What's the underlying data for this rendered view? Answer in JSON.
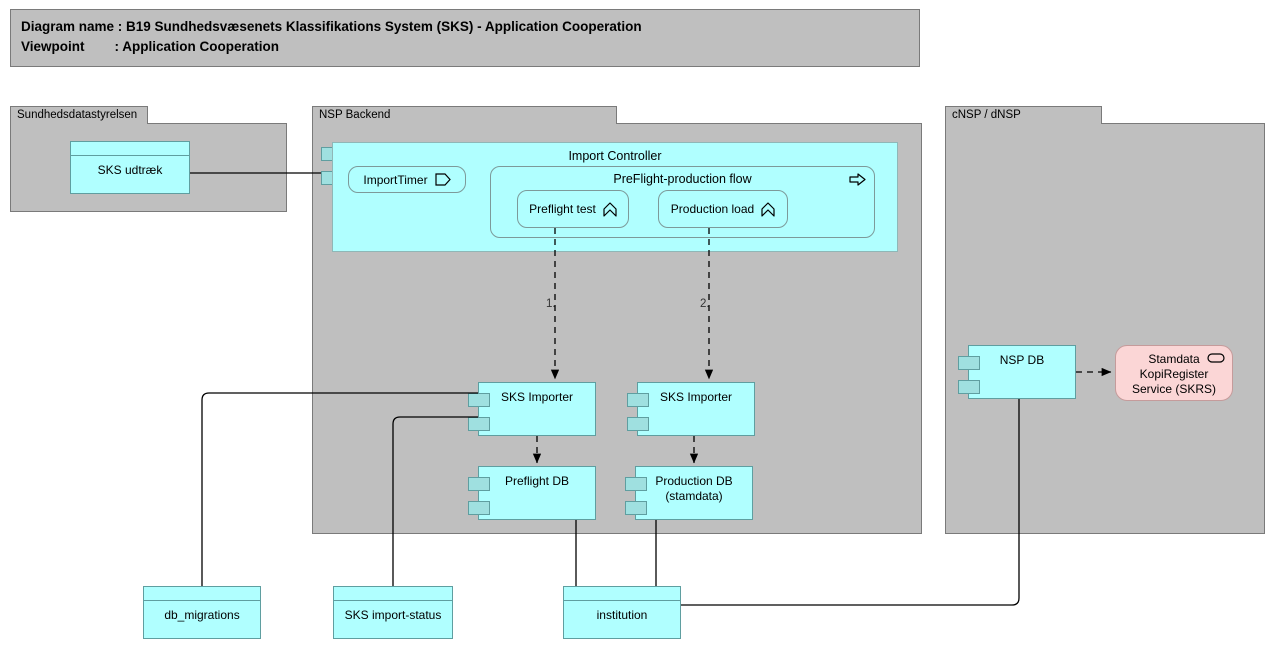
{
  "header": {
    "diagram_name_key": "Diagram name",
    "diagram_name_sep": ": ",
    "diagram_name_value": "B19 Sundhedsvæsenets Klassifikations System (SKS) - Application Cooperation",
    "viewpoint_key": "Viewpoint",
    "viewpoint_sep": ": ",
    "viewpoint_value": "Application Cooperation",
    "line1": "Diagram name : B19 Sundhedsvæsenets Klassifikations System (SKS) - Application Cooperation",
    "line2": "Viewpoint        : Application Cooperation"
  },
  "groups": {
    "sundhedsdatastyrelsen": {
      "label": "Sundhedsdatastyrelsen"
    },
    "nsp_backend": {
      "label": "NSP Backend"
    },
    "cnsp_dnsp": {
      "label": "cNSP / dNSP"
    }
  },
  "nodes": {
    "sks_udtraek": {
      "label": "SKS udtræk",
      "type": "data-object"
    },
    "import_controller": {
      "label": "Import Controller",
      "type": "application-component"
    },
    "import_timer": {
      "label": "ImportTimer",
      "type": "application-event",
      "icon": "application-event-icon"
    },
    "preflight_production_flow": {
      "label": "PreFlight-production flow",
      "type": "application-process",
      "icon": "application-process-icon"
    },
    "preflight_test": {
      "label": "Preflight test",
      "type": "application-function",
      "icon": "application-function-icon"
    },
    "production_load": {
      "label": "Production load",
      "type": "application-function",
      "icon": "application-function-icon"
    },
    "sks_importer_1": {
      "label": "SKS Importer",
      "type": "application-component"
    },
    "sks_importer_2": {
      "label": "SKS Importer",
      "type": "application-component"
    },
    "preflight_db": {
      "label": "Preflight DB",
      "type": "application-component"
    },
    "production_db": {
      "label": "Production DB\n(stamdata)",
      "line1": "Production DB",
      "line2": "(stamdata)",
      "type": "application-component"
    },
    "nsp_db": {
      "label": "NSP DB",
      "type": "application-component"
    },
    "skrs": {
      "label": "Stamdata KopiRegister Service (SKRS)",
      "line1": "Stamdata",
      "line2": "KopiRegister",
      "line3": "Service (SKRS)",
      "type": "application-service",
      "icon": "application-service-icon"
    },
    "db_migrations": {
      "label": "db_migrations",
      "type": "data-object"
    },
    "sks_import_status": {
      "label": "SKS import-status",
      "type": "data-object"
    },
    "institution": {
      "label": "institution",
      "type": "data-object"
    }
  },
  "edge_labels": {
    "flow_1": "1.",
    "flow_2": "2."
  },
  "colors": {
    "application_fill": "#b0ffff",
    "service_fill": "#fbd6d6",
    "group_fill": "#bfbfbf",
    "border": "#5f9ea0",
    "line": "#000000"
  }
}
